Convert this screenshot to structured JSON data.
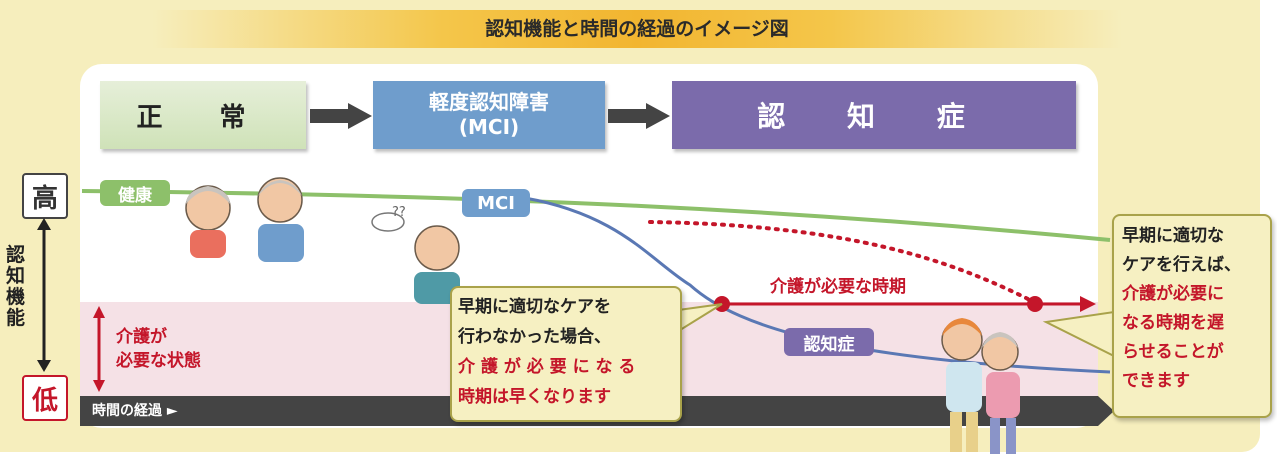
{
  "title": "認知機能と時間の経過のイメージ図",
  "stages": {
    "normal": "正 常",
    "mci_line1": "軽度認知障害",
    "mci_line2": "(MCI)",
    "dementia": "認 知 症"
  },
  "axis": {
    "high": "高",
    "low": "低",
    "name": "認知機能"
  },
  "line_labels": {
    "healthy": "健康",
    "mci": "MCI",
    "dementia": "認知症"
  },
  "care_state_line1": "介護が",
  "care_state_line2": "必要な状態",
  "care_period": "介護が必要な時期",
  "time_label": "時間の経過 ►",
  "callout_left": {
    "line1": "早期に適切なケアを",
    "line2": "行わなかった場合、",
    "line3": "介 護 が 必 要 に な る",
    "line4": "時期は早くなります"
  },
  "callout_right": {
    "line1": "早期に適切な",
    "line2": "ケアを行えば、",
    "line3": "介護が必要に",
    "line4": "なる時期を遅",
    "line5": "らせることが",
    "line6": "できます"
  },
  "colors": {
    "background": "#f6eebd",
    "title_band": "#f2b530",
    "healthy_line": "#8dc06a",
    "mci_line": "#5a78b4",
    "care_red": "#c4162a",
    "dementia_box": "#7b6bab",
    "mci_box": "#6f9dcc",
    "care_band": "#f5e1e6"
  }
}
